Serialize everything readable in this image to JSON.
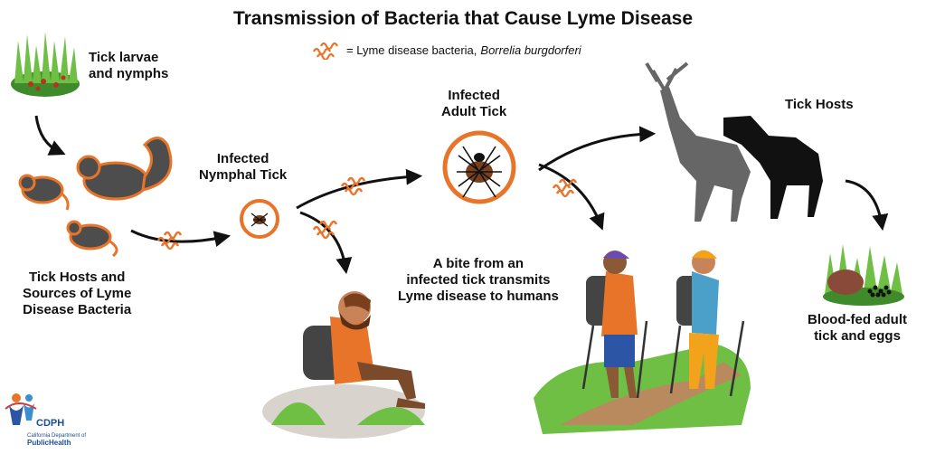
{
  "title": "Transmission of Bacteria that Cause Lyme Disease",
  "legend": {
    "prefix": "= Lyme disease bacteria,",
    "scientific_name": "Borrelia burgdorferi"
  },
  "labels": {
    "larvae": [
      "Tick larvae",
      "and nymphs"
    ],
    "hosts_sources": [
      "Tick Hosts and",
      "Sources of Lyme",
      "Disease Bacteria"
    ],
    "nymphal": [
      "Infected",
      "Nymphal Tick"
    ],
    "adult": [
      "Infected",
      "Adult Tick"
    ],
    "tick_hosts": [
      "Tick Hosts"
    ],
    "bite": [
      "A bite from an",
      "infected tick transmits",
      "Lyme disease to humans"
    ],
    "blood_fed": [
      "Blood-fed adult",
      "tick and eggs"
    ]
  },
  "logo": {
    "name": "CDPH",
    "line1": "California Department of",
    "line2": "PublicHealth"
  },
  "colors": {
    "accent": "#e8742a",
    "bacteria": "#e8742a",
    "animal_gray": "#4d4d4d",
    "grass": "#5aa83a",
    "tick_brown": "#7a3f1d"
  }
}
